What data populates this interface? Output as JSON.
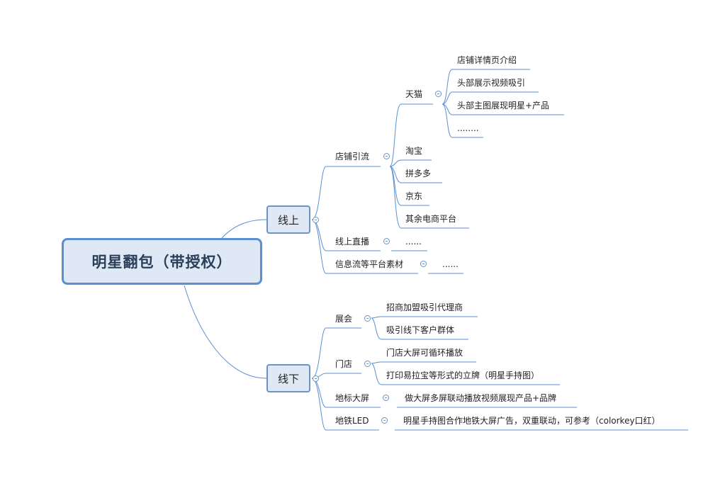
{
  "root": {
    "label": "明星翻包（带授权）"
  },
  "branches": {
    "online": {
      "label": "线上",
      "shop_traffic": {
        "label": "店铺引流",
        "tmall": {
          "label": "天猫",
          "items": [
            "店铺详情页介绍",
            "头部展示视频吸引",
            "头部主图展现明星+产品",
            "........"
          ]
        },
        "taobao": "淘宝",
        "pinduoduo": "拼多多",
        "jd": "京东",
        "other": "其余电商平台"
      },
      "live": {
        "label": "线上直播",
        "child": "......"
      },
      "feed": {
        "label": "信息流等平台素材",
        "child": "......"
      }
    },
    "offline": {
      "label": "线下",
      "expo": {
        "label": "展会",
        "items": [
          "招商加盟吸引代理商",
          "吸引线下客户群体"
        ]
      },
      "store": {
        "label": "门店",
        "items": [
          "门店大屏可循环播放",
          "打印易拉宝等形式的立牌（明星手持图）"
        ]
      },
      "landmark": {
        "label": "地标大屏",
        "child": "做大屏多屏联动播放视频展现产品+品牌"
      },
      "metro": {
        "label": "地铁LED",
        "child": "明星手持图合作地铁大屏广告，双重联动，可参考（colorkey口红）"
      }
    }
  },
  "colors": {
    "line": "#5b8fd0",
    "root_fill": "#dfe8f5",
    "root_border": "#5b8fd0",
    "text": "#222222"
  }
}
